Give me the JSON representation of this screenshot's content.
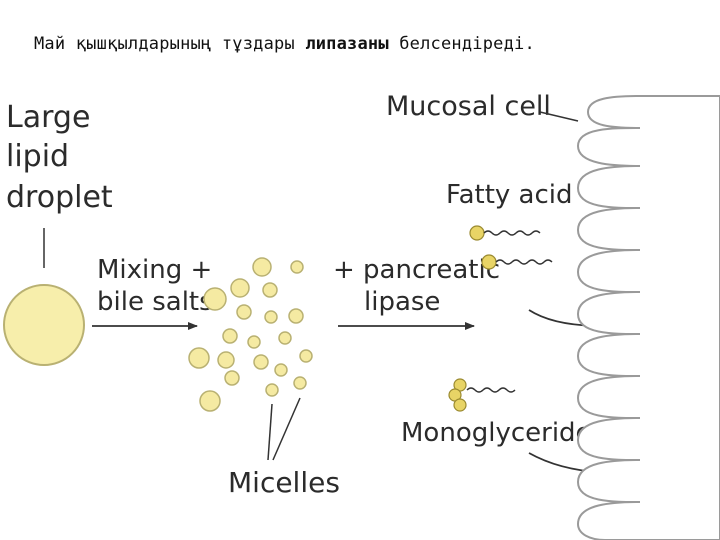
{
  "caption": {
    "before": "Май қышқылдарының тұздары ",
    "bold": "липазаны",
    "after": " белсендіреді."
  },
  "labels": {
    "large_lipid": "Large",
    "large_lipid_2": "lipid",
    "large_lipid_3": "droplet",
    "mucosal_cell": "Mucosal cell",
    "fatty_acid": "Fatty acid",
    "mixing": "Mixing +",
    "bile_salts": "bile salts",
    "pancreatic": "+ pancreatic",
    "lipase": "lipase",
    "monoglyceride": "Monoglyceride",
    "micelles": "Micelles"
  },
  "colors": {
    "droplet_fill": "#f7eeab",
    "droplet_stroke": "#b9b172",
    "micelle_fill": "#f5eaa2",
    "fatty_head": "#e8d466",
    "line": "#333333",
    "cell_stroke": "#9a9a9a"
  }
}
